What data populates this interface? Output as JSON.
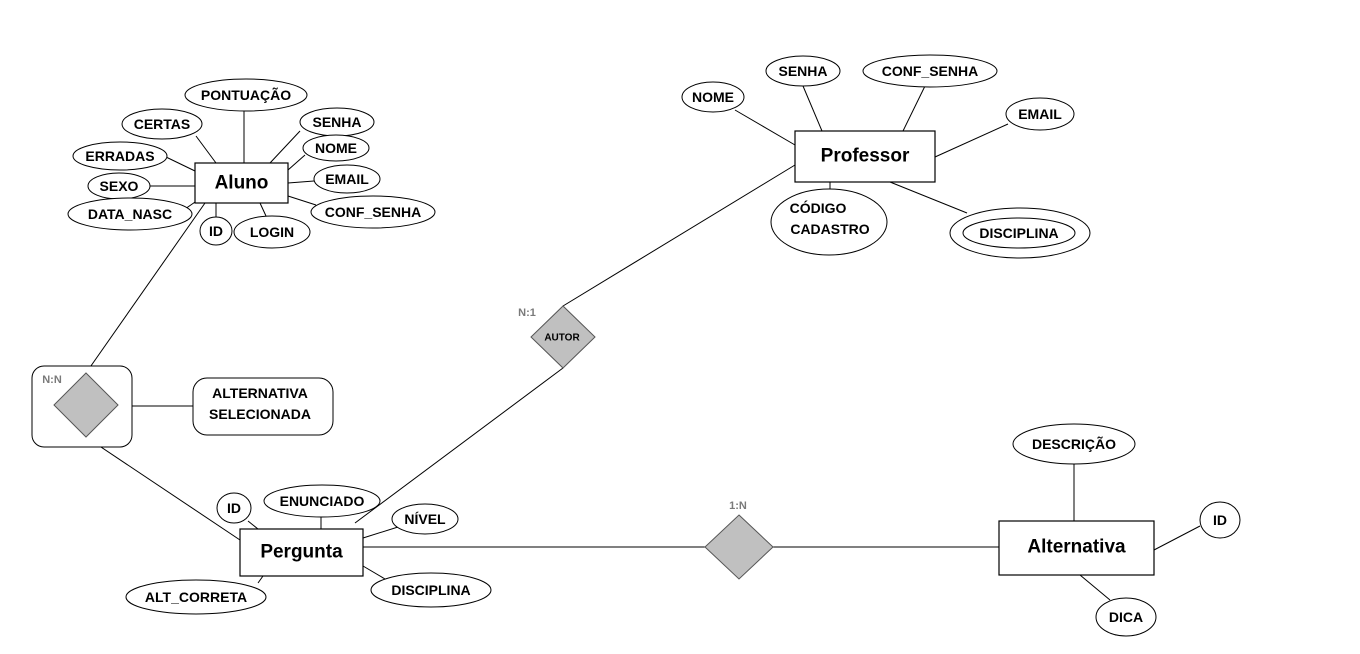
{
  "entities": {
    "aluno": "Aluno",
    "professor": "Professor",
    "pergunta": "Pergunta",
    "alternativa": "Alternativa"
  },
  "aluno_attributes": {
    "pontuacao": "PONTUAÇÃO",
    "certas": "CERTAS",
    "erradas": "ERRADAS",
    "sexo": "SEXO",
    "data_nasc": "DATA_NASC",
    "id": "ID",
    "login": "LOGIN",
    "senha": "SENHA",
    "nome": "NOME",
    "email": "EMAIL",
    "conf_senha": "CONF_SENHA"
  },
  "professor_attributes": {
    "nome": "NOME",
    "senha": "SENHA",
    "conf_senha": "CONF_SENHA",
    "email": "EMAIL",
    "codigo_cadastro_line1": "CÓDIGO",
    "codigo_cadastro_line2": "CADASTRO",
    "disciplina": "DISCIPLINA"
  },
  "pergunta_attributes": {
    "id": "ID",
    "enunciado": "ENUNCIADO",
    "nivel": "NÍVEL",
    "disciplina": "DISCIPLINA",
    "alt_correta": "ALT_CORRETA"
  },
  "alternativa_attributes": {
    "descricao": "DESCRIÇÃO",
    "id": "ID",
    "dica": "DICA"
  },
  "relationships": {
    "autor": {
      "label": "AUTOR",
      "cardinality": "N:1"
    },
    "aluno_pergunta": {
      "cardinality": "N:N"
    },
    "pergunta_alternativa": {
      "cardinality": "1:N"
    }
  },
  "associative_attribute": {
    "line1": "ALTERNATIVA",
    "line2": "SELECIONADA"
  },
  "colors": {
    "diamond_fill": "#c0c0c0",
    "cardinality_text": "#7a7a7a"
  }
}
